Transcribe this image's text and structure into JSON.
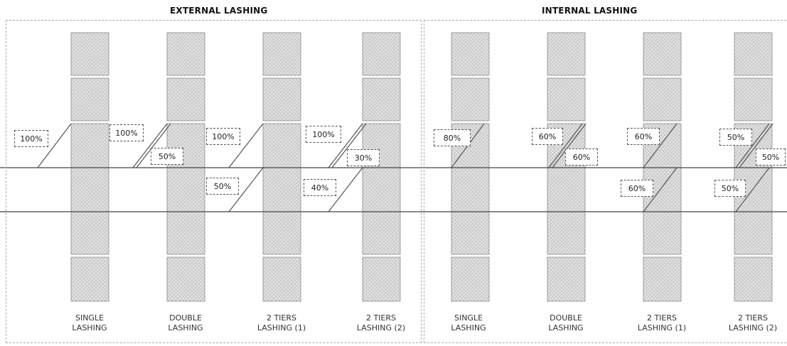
{
  "sections": {
    "external": {
      "title": "EXTERNAL LASHING"
    },
    "internal": {
      "title": "INTERNAL LASHING"
    }
  },
  "columns": [
    {
      "label": "SINGLE\nLASHING"
    },
    {
      "label": "DOUBLE\nLASHING"
    },
    {
      "label": "2 TIERS\nLASHING (1)"
    },
    {
      "label": "2 TIERS\nLASHING (2)"
    },
    {
      "label": "SINGLE\nLASHING"
    },
    {
      "label": "DOUBLE\nLASHING"
    },
    {
      "label": "2 TIERS\nLASHING (1)"
    },
    {
      "label": "2 TIERS\nLASHING (2)"
    }
  ],
  "percentages": {
    "ext_single": "100%",
    "ext_double_top": "100%",
    "ext_double_bottom": "50%",
    "ext_2t1_top": "100%",
    "ext_2t1_bottom": "50%",
    "ext_2t2_top": "100%",
    "ext_2t2_mid": "30%",
    "ext_2t2_bottom": "40%",
    "int_single": "80%",
    "int_double_left": "60%",
    "int_double_right": "60%",
    "int_2t1_top": "60%",
    "int_2t1_bottom": "60%",
    "int_2t2_top": "50%",
    "int_2t2_right": "50%",
    "int_2t2_bottom": "50%"
  },
  "colors": {
    "container_fill": "#dedede",
    "container_stroke": "#888888",
    "line": "#444444"
  }
}
